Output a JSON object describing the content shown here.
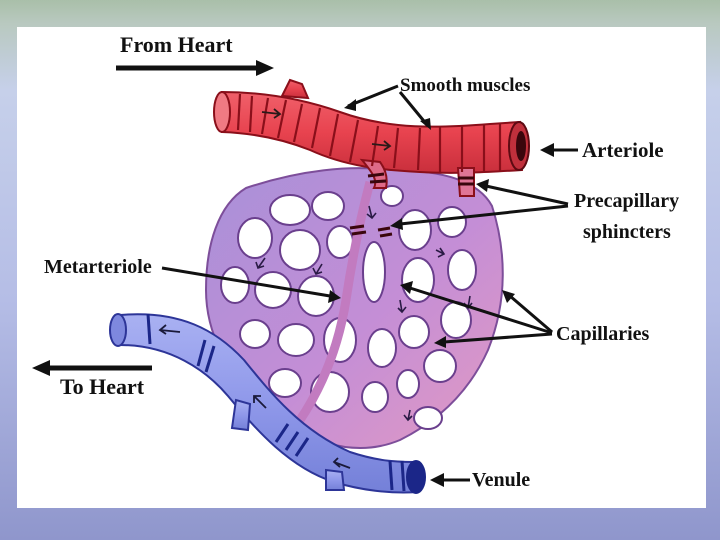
{
  "labels": {
    "from_heart": "From Heart",
    "to_heart": "To Heart",
    "smooth_muscles": "Smooth muscles",
    "arteriole": "Arteriole",
    "precapillary_line1": "Precapillary",
    "precapillary_line2": "sphincters",
    "metarteriole": "Metarteriole",
    "capillaries": "Capillaries",
    "venule": "Venule"
  },
  "colors": {
    "arteriole": "#e8434f",
    "arteriole_dark": "#8a0f1a",
    "venule": "#8f98ea",
    "venule_dark": "#1b2688",
    "capillary_arterial": "#d993cc",
    "capillary_venous": "#a98fd8",
    "arrow": "#1a1a3a"
  }
}
